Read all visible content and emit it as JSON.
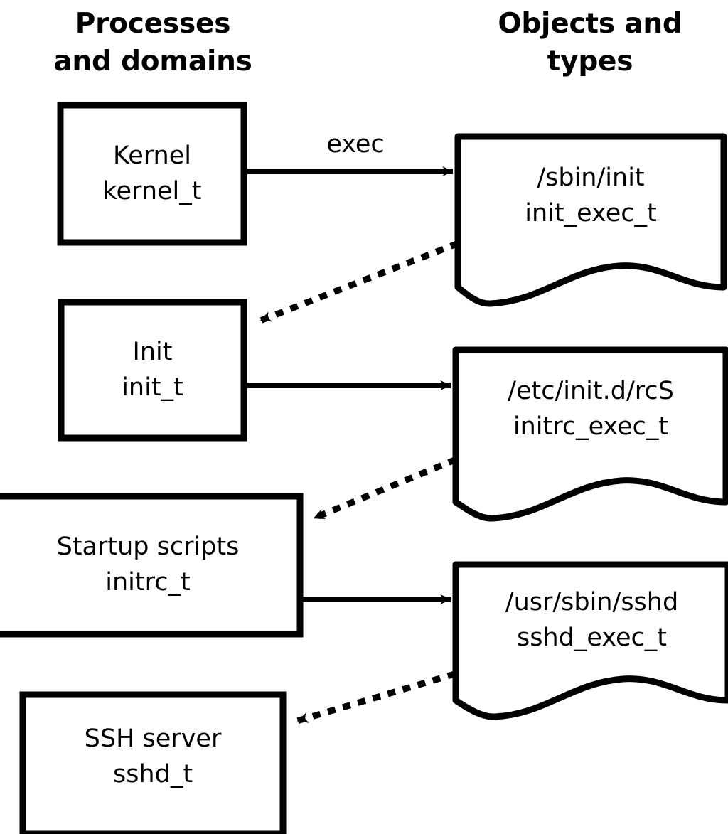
{
  "diagram": {
    "title_left": "Processes\nand domains",
    "title_right": "Objects and\ntypes",
    "stroke_color": "#000000",
    "fill_color": "#ffffff",
    "background": "#ffffff"
  },
  "process_nodes": [
    {
      "id": "kernel",
      "name": "Kernel",
      "type": "kernel_t"
    },
    {
      "id": "init",
      "name": "Init",
      "type": "init_t"
    },
    {
      "id": "initrc",
      "name": "Startup scripts",
      "type": "initrc_t"
    },
    {
      "id": "sshd",
      "name": "SSH server",
      "type": "sshd_t"
    }
  ],
  "object_nodes": [
    {
      "id": "init_exec",
      "path": "/sbin/init",
      "type": "init_exec_t"
    },
    {
      "id": "initrc_exec",
      "path": "/etc/init.d/rcS",
      "type": "initrc_exec_t"
    },
    {
      "id": "sshd_exec",
      "path": "/usr/sbin/sshd",
      "type": "sshd_exec_t"
    }
  ],
  "edges": [
    {
      "id": "e1",
      "from": "kernel",
      "to": "init_exec",
      "label": "exec",
      "style": "solid"
    },
    {
      "id": "e2",
      "from": "init_exec",
      "to": "init",
      "label": "",
      "style": "dotted"
    },
    {
      "id": "e3",
      "from": "init",
      "to": "initrc_exec",
      "label": "",
      "style": "solid"
    },
    {
      "id": "e4",
      "from": "initrc_exec",
      "to": "initrc",
      "label": "",
      "style": "dotted"
    },
    {
      "id": "e5",
      "from": "initrc",
      "to": "sshd_exec",
      "label": "",
      "style": "solid"
    },
    {
      "id": "e6",
      "from": "sshd_exec",
      "to": "sshd",
      "label": "",
      "style": "dotted"
    }
  ],
  "edge_labels": {
    "exec": "exec"
  }
}
